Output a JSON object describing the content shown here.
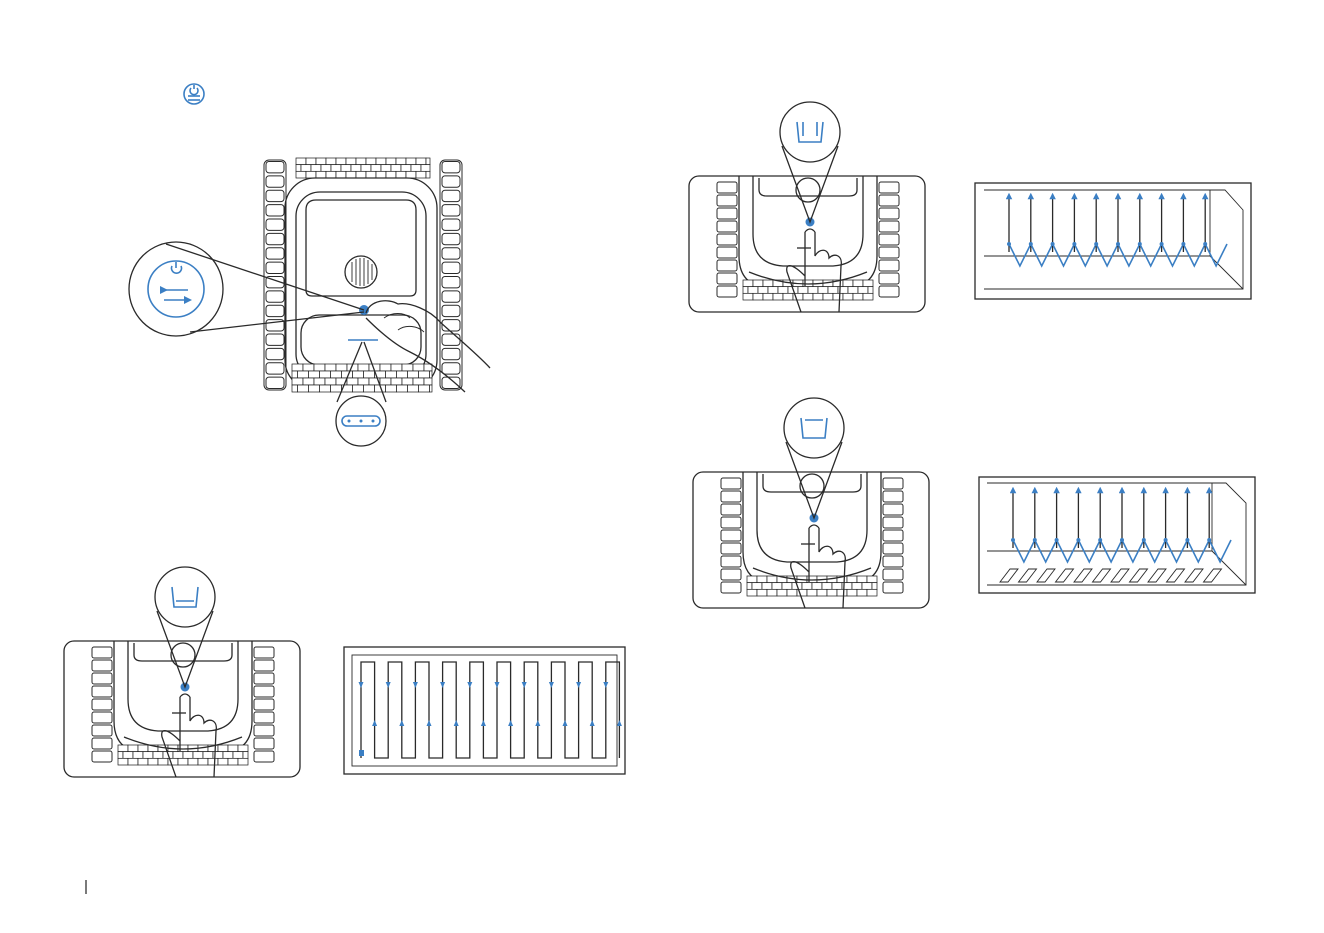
{
  "figure": {
    "description_labels": [],
    "accent_color": "#3b7fc4",
    "line_color": "#2a2a2a",
    "icons": [
      "power-switch-icon",
      "floor-mode-icon",
      "wall-mode-icon",
      "waterline-mode-icon",
      "indicator-lights-icon"
    ],
    "panels": [
      {
        "id": "power-on",
        "icon": "power-switch-icon"
      },
      {
        "id": "floor-mode",
        "icon": "floor-mode-icon",
        "path": "zigzag-floor"
      },
      {
        "id": "wall-mode",
        "icon": "wall-mode-icon",
        "path": "wall-lanes"
      },
      {
        "id": "waterline-mode",
        "icon": "waterline-mode-icon",
        "path": "waterline-lanes"
      }
    ],
    "indicator_light_count": 3
  }
}
